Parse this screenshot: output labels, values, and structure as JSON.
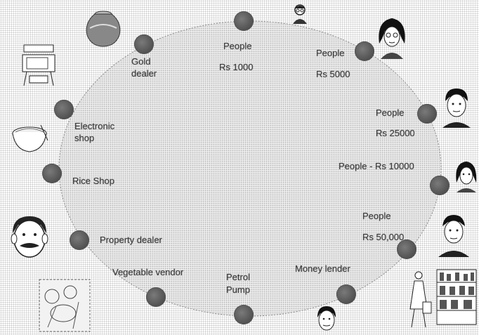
{
  "labels": {
    "people_1000_a": "People",
    "people_1000_b": "Rs 1000",
    "people_5000_a": "People",
    "people_5000_b": "Rs 5000",
    "people_25000_a": "People",
    "people_25000_b": "Rs 25000",
    "people_10000": "People - Rs 10000",
    "people_50000_a": "People",
    "people_50000_b": "Rs 50,000",
    "money_lender": "Money lender",
    "petrol_a": "Petrol",
    "petrol_b": "Pump",
    "vegetable": "Vegetable vendor",
    "property": "Property dealer",
    "rice": "Rice Shop",
    "electronic_a": "Electronic",
    "electronic_b": "shop",
    "gold_a": "Gold",
    "gold_b": "dealer"
  },
  "colors": {
    "dot": "#4a4a4a",
    "circle_fill": "#e6e6e6",
    "circle_stroke": "#8a8a8a",
    "text": "#3a3a3a"
  },
  "icons": [
    "person-glasses-icon",
    "woman-icon",
    "man-icon",
    "person-bald-icon",
    "tv-icon",
    "rice-bowl-icon",
    "moustache-man-icon",
    "vegetable-icon",
    "shop-shelves-icon",
    "gold-pot-icon",
    "shopper-icon"
  ]
}
